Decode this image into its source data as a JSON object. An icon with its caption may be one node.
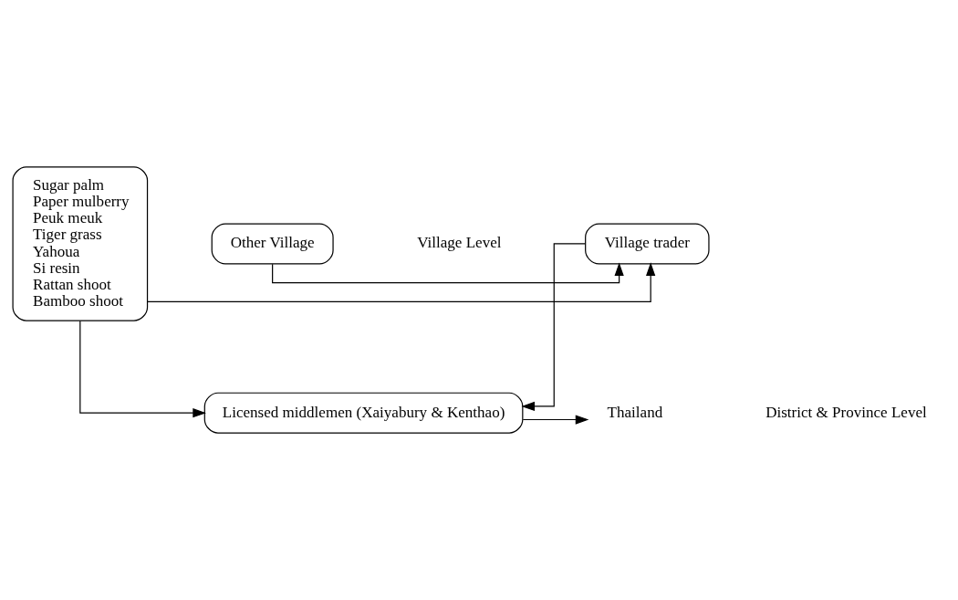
{
  "diagram": {
    "nodes": [
      {
        "text": [
          "Sugar palm",
          "Paper mulberry",
          "Peuk meuk",
          "Tiger grass",
          "Yahoua",
          "Si resin",
          "Rattan shoot",
          "Bamboo shoot"
        ]
      },
      {
        "text": [
          "Village trader"
        ]
      },
      {
        "text": [
          "Other Village"
        ]
      },
      {
        "text": [
          "Licensed middlemen (Xaiyabury & Kenthao)"
        ]
      },
      {
        "text": [
          "Thailand"
        ]
      }
    ],
    "edges": [
      {
        "from": 0,
        "to": 1,
        "arrow": "to"
      },
      {
        "from": 2,
        "to": 1,
        "arrow": "to"
      },
      {
        "from": 0,
        "to": 3,
        "arrow": "to"
      },
      {
        "from": 1,
        "to": 3,
        "arrow": "to"
      },
      {
        "from": 3,
        "to": 4,
        "arrow": "to"
      }
    ],
    "labels": [
      "Village Level",
      "District & Province Level"
    ]
  }
}
